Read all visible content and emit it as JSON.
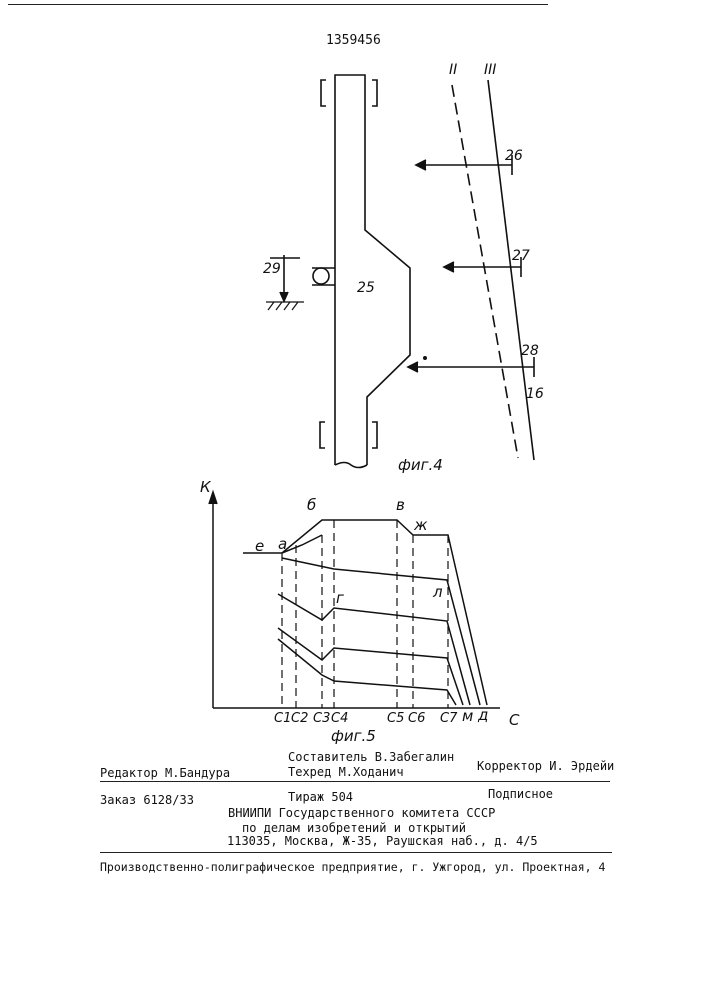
{
  "patent_number": "1359456",
  "figure4": {
    "caption": "фиг.4",
    "labels": {
      "n25": "25",
      "n26": "26",
      "n27": "27",
      "n28": "28",
      "n29": "29",
      "n16": "16",
      "roman2": "II",
      "roman3": "III"
    }
  },
  "figure5": {
    "caption": "фиг.5",
    "axis_y": "К",
    "axis_x": "С",
    "point_labels": {
      "e": "е",
      "a": "а",
      "b": "б",
      "v": "в",
      "zh": "ж",
      "g": "г",
      "l": "л",
      "m": "м",
      "d": "д"
    },
    "x_ticks": [
      "С1",
      "С2",
      "С3",
      "С4",
      "С5",
      "С6",
      "С7"
    ]
  },
  "footer": {
    "compiler": "Составитель В.Забегалин",
    "editor": "Редактор М.Бандура",
    "techred": "Техред М.Ходанич",
    "corrector": "Корректор И. Эрдейи",
    "order": "Заказ 6128/33",
    "circulation": "Тираж 504",
    "subscription": "Подписное",
    "org1": "ВНИИПИ Государственного комитета СССР",
    "org2": "по делам изобретений и открытий",
    "address": "113035, Москва, Ж-35, Раушская наб., д. 4/5",
    "printer": "Производственно-полиграфическое предприятие, г. Ужгород, ул. Проектная, 4"
  }
}
